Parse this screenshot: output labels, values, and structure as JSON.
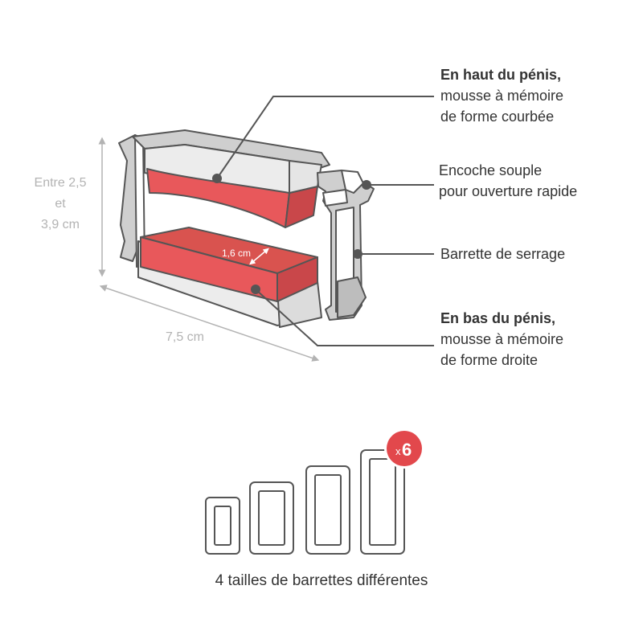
{
  "callouts": {
    "top_foam": {
      "title": "En haut du pénis,",
      "line1": "mousse à mémoire",
      "line2": "de forme courbée"
    },
    "notch": {
      "line1": "Encoche souple",
      "line2": "pour ouverture rapide"
    },
    "clip": {
      "line1": "Barrette de serrage"
    },
    "bottom_foam": {
      "title": "En bas du pénis,",
      "line1": "mousse à mémoire",
      "line2": "de forme droite"
    }
  },
  "dimensions": {
    "height_line1": "Entre 2,5",
    "height_line2": "et",
    "height_line3": "3,9 cm",
    "length": "7,5 cm",
    "foam_width": "1,6 cm"
  },
  "sizes": {
    "badge_prefix": "x",
    "badge_count": "6",
    "caption": "4 tailles de barrettes différentes"
  },
  "colors": {
    "foam_red": "#e8585b",
    "foam_red_dark": "#c9474a",
    "badge_red": "#e2484c",
    "outline": "#555555",
    "frame_grey": "#cfcfcf",
    "dimension_grey": "#b3b3b3"
  }
}
